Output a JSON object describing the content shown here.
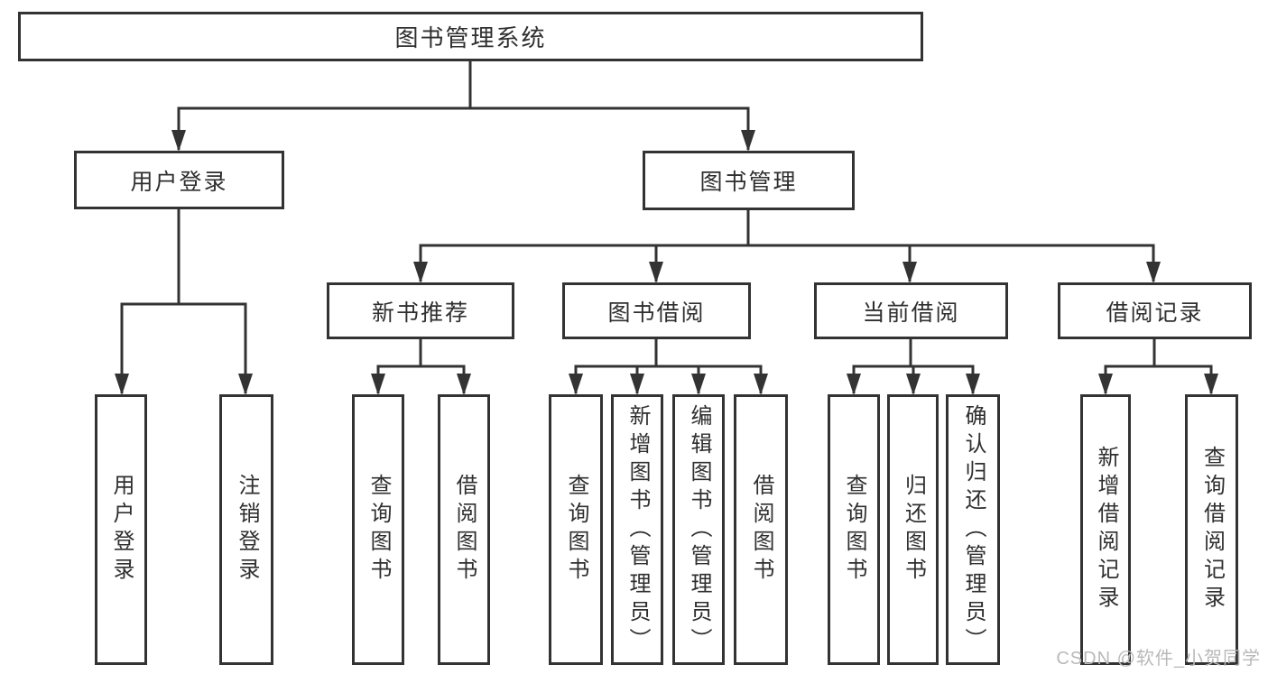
{
  "diagram": {
    "type": "hierarchy",
    "root": {
      "id": "library-system",
      "label": "图书管理系统"
    },
    "level2": [
      {
        "id": "user-login",
        "label": "用户登录",
        "parent": "library-system"
      },
      {
        "id": "book-management",
        "label": "图书管理",
        "parent": "library-system"
      }
    ],
    "level3": [
      {
        "id": "new-book-recommend",
        "label": "新书推荐",
        "parent": "book-management"
      },
      {
        "id": "book-borrow",
        "label": "图书借阅",
        "parent": "book-management"
      },
      {
        "id": "current-borrow",
        "label": "当前借阅",
        "parent": "book-management"
      },
      {
        "id": "borrow-records",
        "label": "借阅记录",
        "parent": "book-management"
      }
    ],
    "leaves": [
      {
        "label": "用户登录",
        "parent": "user-login"
      },
      {
        "label": "注销登录",
        "parent": "user-login"
      },
      {
        "label": "查询图书",
        "parent": "new-book-recommend"
      },
      {
        "label": "借阅图书",
        "parent": "new-book-recommend"
      },
      {
        "label": "查询图书",
        "parent": "book-borrow"
      },
      {
        "label": "新增图书（管理员）",
        "parent": "book-borrow"
      },
      {
        "label": "编辑图书（管理员）",
        "parent": "book-borrow"
      },
      {
        "label": "借阅图书",
        "parent": "book-borrow"
      },
      {
        "label": "查询图书",
        "parent": "current-borrow"
      },
      {
        "label": "归还图书",
        "parent": "current-borrow"
      },
      {
        "label": "确认归还（管理员）",
        "parent": "current-borrow"
      },
      {
        "label": "新增借阅记录",
        "parent": "borrow-records"
      },
      {
        "label": "查询借阅记录",
        "parent": "borrow-records"
      }
    ],
    "watermark": {
      "text": "CSDN @软件_小贺同学"
    },
    "colors": {
      "line": "#333333",
      "text": "#2f2f2f",
      "box_bg": "#ffffff",
      "watermark": "#b9b9b9"
    }
  }
}
